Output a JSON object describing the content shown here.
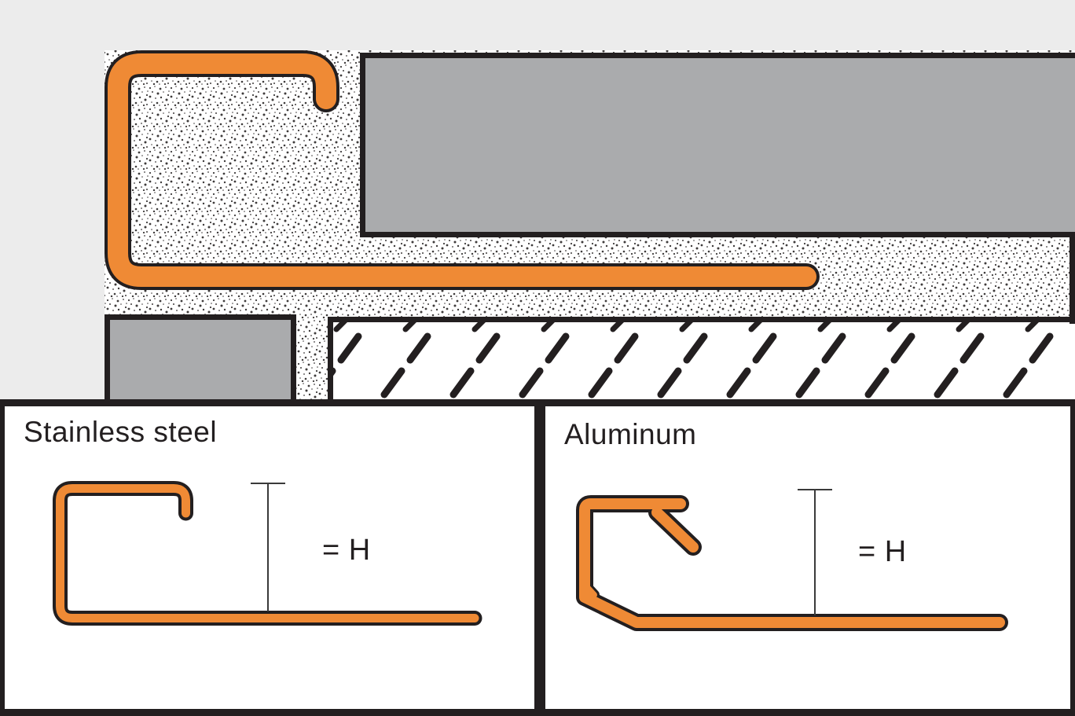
{
  "diagram": {
    "name": "tile-edge-profile-installation-cross-section",
    "sections": {
      "top": "installation cross-section with profile, tile, mortar bed and substrate",
      "bottom": "profile material variants"
    }
  },
  "panels": {
    "stainless": {
      "title": "Stainless steel",
      "dimension_label": "= H"
    },
    "aluminum": {
      "title": "Aluminum",
      "dimension_label": "= H"
    }
  },
  "colors": {
    "profile_orange": "#EF8A35",
    "outline_black": "#231F20",
    "tile_gray": "#AAABAD",
    "background_gray": "#ECECEC",
    "mortar_white": "#FFFFFF",
    "panel_white": "#FFFFFF"
  }
}
